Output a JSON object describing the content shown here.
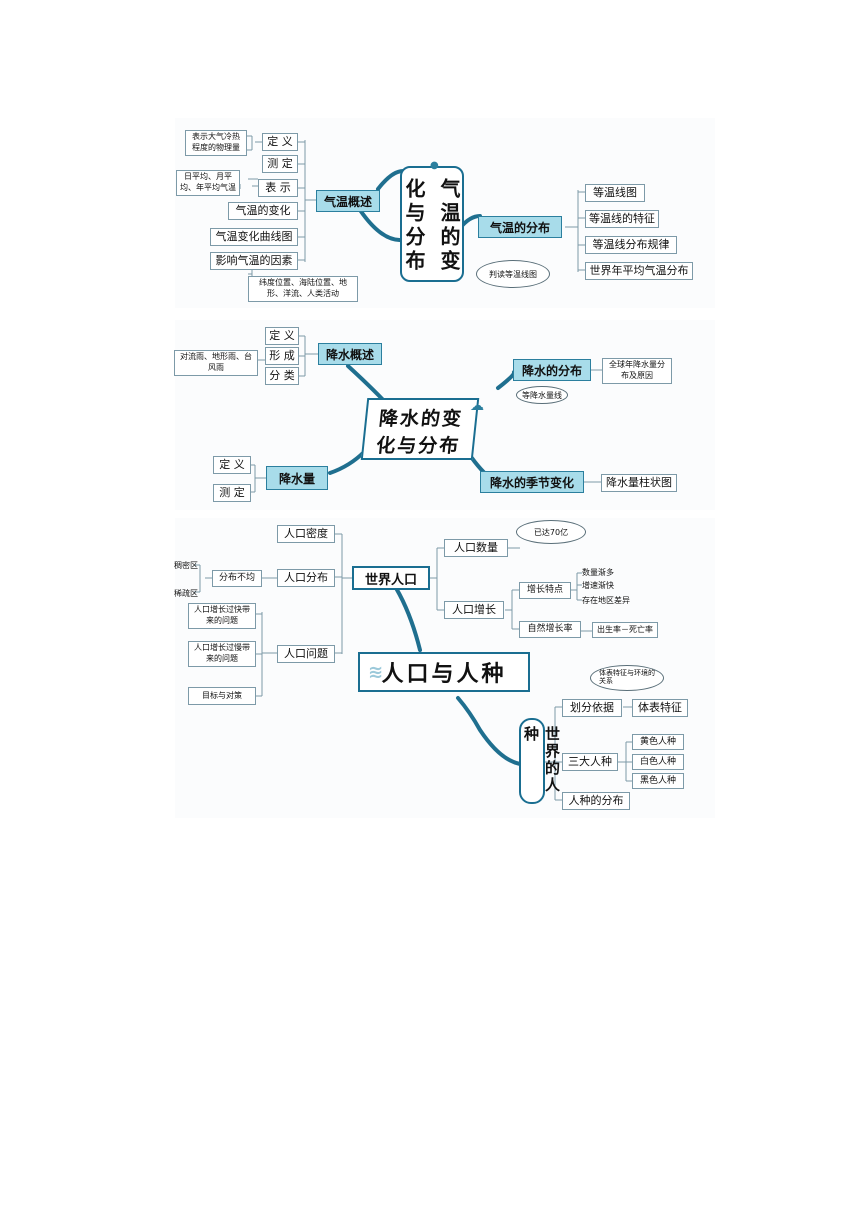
{
  "map1": {
    "center_col1": "气温的变",
    "center_col2": "化与分布",
    "left_header": "气温概述",
    "right_header": "气温的分布",
    "left_items": [
      "定 义",
      "测 定",
      "表 示",
      "气温的变化",
      "气温变化曲线图",
      "影响气温的因素"
    ],
    "def_note": "表示大气冷热程度的物理量",
    "repr_note": "日平均、月平均、年平均气温",
    "factor_note": "纬度位置、海陆位置、地形、洋流、人类活动",
    "right_items": [
      "等温线图",
      "等温线的特征",
      "等温线分布规律",
      "世界年平均气温分布"
    ],
    "cloud": "判读等温线图"
  },
  "map2": {
    "center": "降水的变化与分布",
    "center_line1": "降水的变",
    "center_line2": "化与分布",
    "overview_header": "降水概述",
    "overview_items": [
      "定 义",
      "形 成",
      "分 类"
    ],
    "types_note": "对流雨、地形雨、台风雨",
    "distribution_header": "降水的分布",
    "distribution_note": "全球年降水量分布及原因",
    "distribution_cloud": "等降水量线",
    "amount_header": "降水量",
    "amount_items": [
      "定 义",
      "测 定"
    ],
    "seasonal_header": "降水的季节变化",
    "seasonal_item": "降水量柱状图"
  },
  "map3": {
    "world_pop": "世界人口",
    "left_items": [
      "人口密度",
      "人口分布",
      "人口问题"
    ],
    "distribution_note": "分布不均",
    "dense": "稠密区",
    "sparse": "稀疏区",
    "problems": [
      "人口增长过快带来的问题",
      "人口增长过慢带来的问题",
      "目标与对策"
    ],
    "right_items": [
      "人口数量",
      "人口增长"
    ],
    "cloud": "已达70亿",
    "growth_items": [
      "增长特点",
      "自然增长率"
    ],
    "growth_features": [
      "数量渐多",
      "增速渐快",
      "存在地区差异"
    ],
    "rate_note": "出生率－死亡率",
    "main_title": "人口与人种",
    "race_header": "世界的人种",
    "race_items": [
      "划分依据",
      "三大人种",
      "人种的分布"
    ],
    "basis": "体表特征",
    "basis_cloud": "体表特征与环境的关系",
    "races": [
      "黄色人种",
      "白色人种",
      "黑色人种"
    ]
  }
}
